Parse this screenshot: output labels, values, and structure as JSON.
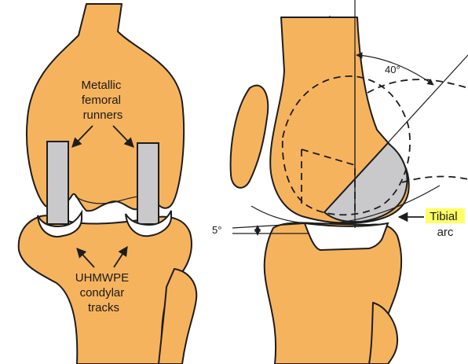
{
  "labels": {
    "runners": [
      "Metallic",
      "femoral",
      "runners"
    ],
    "tracks": [
      "UHMWPE",
      "condylar",
      "tracks"
    ],
    "angle_large": "40°",
    "angle_small": "5°",
    "tibial_word": "Tibial",
    "arc_word": "arc"
  },
  "colors": {
    "bone": "#f6b35e",
    "metal": "#c9c9cb",
    "poly": "#ffffff",
    "highlight": "#ffff66",
    "ink": "#1d1d1d"
  }
}
